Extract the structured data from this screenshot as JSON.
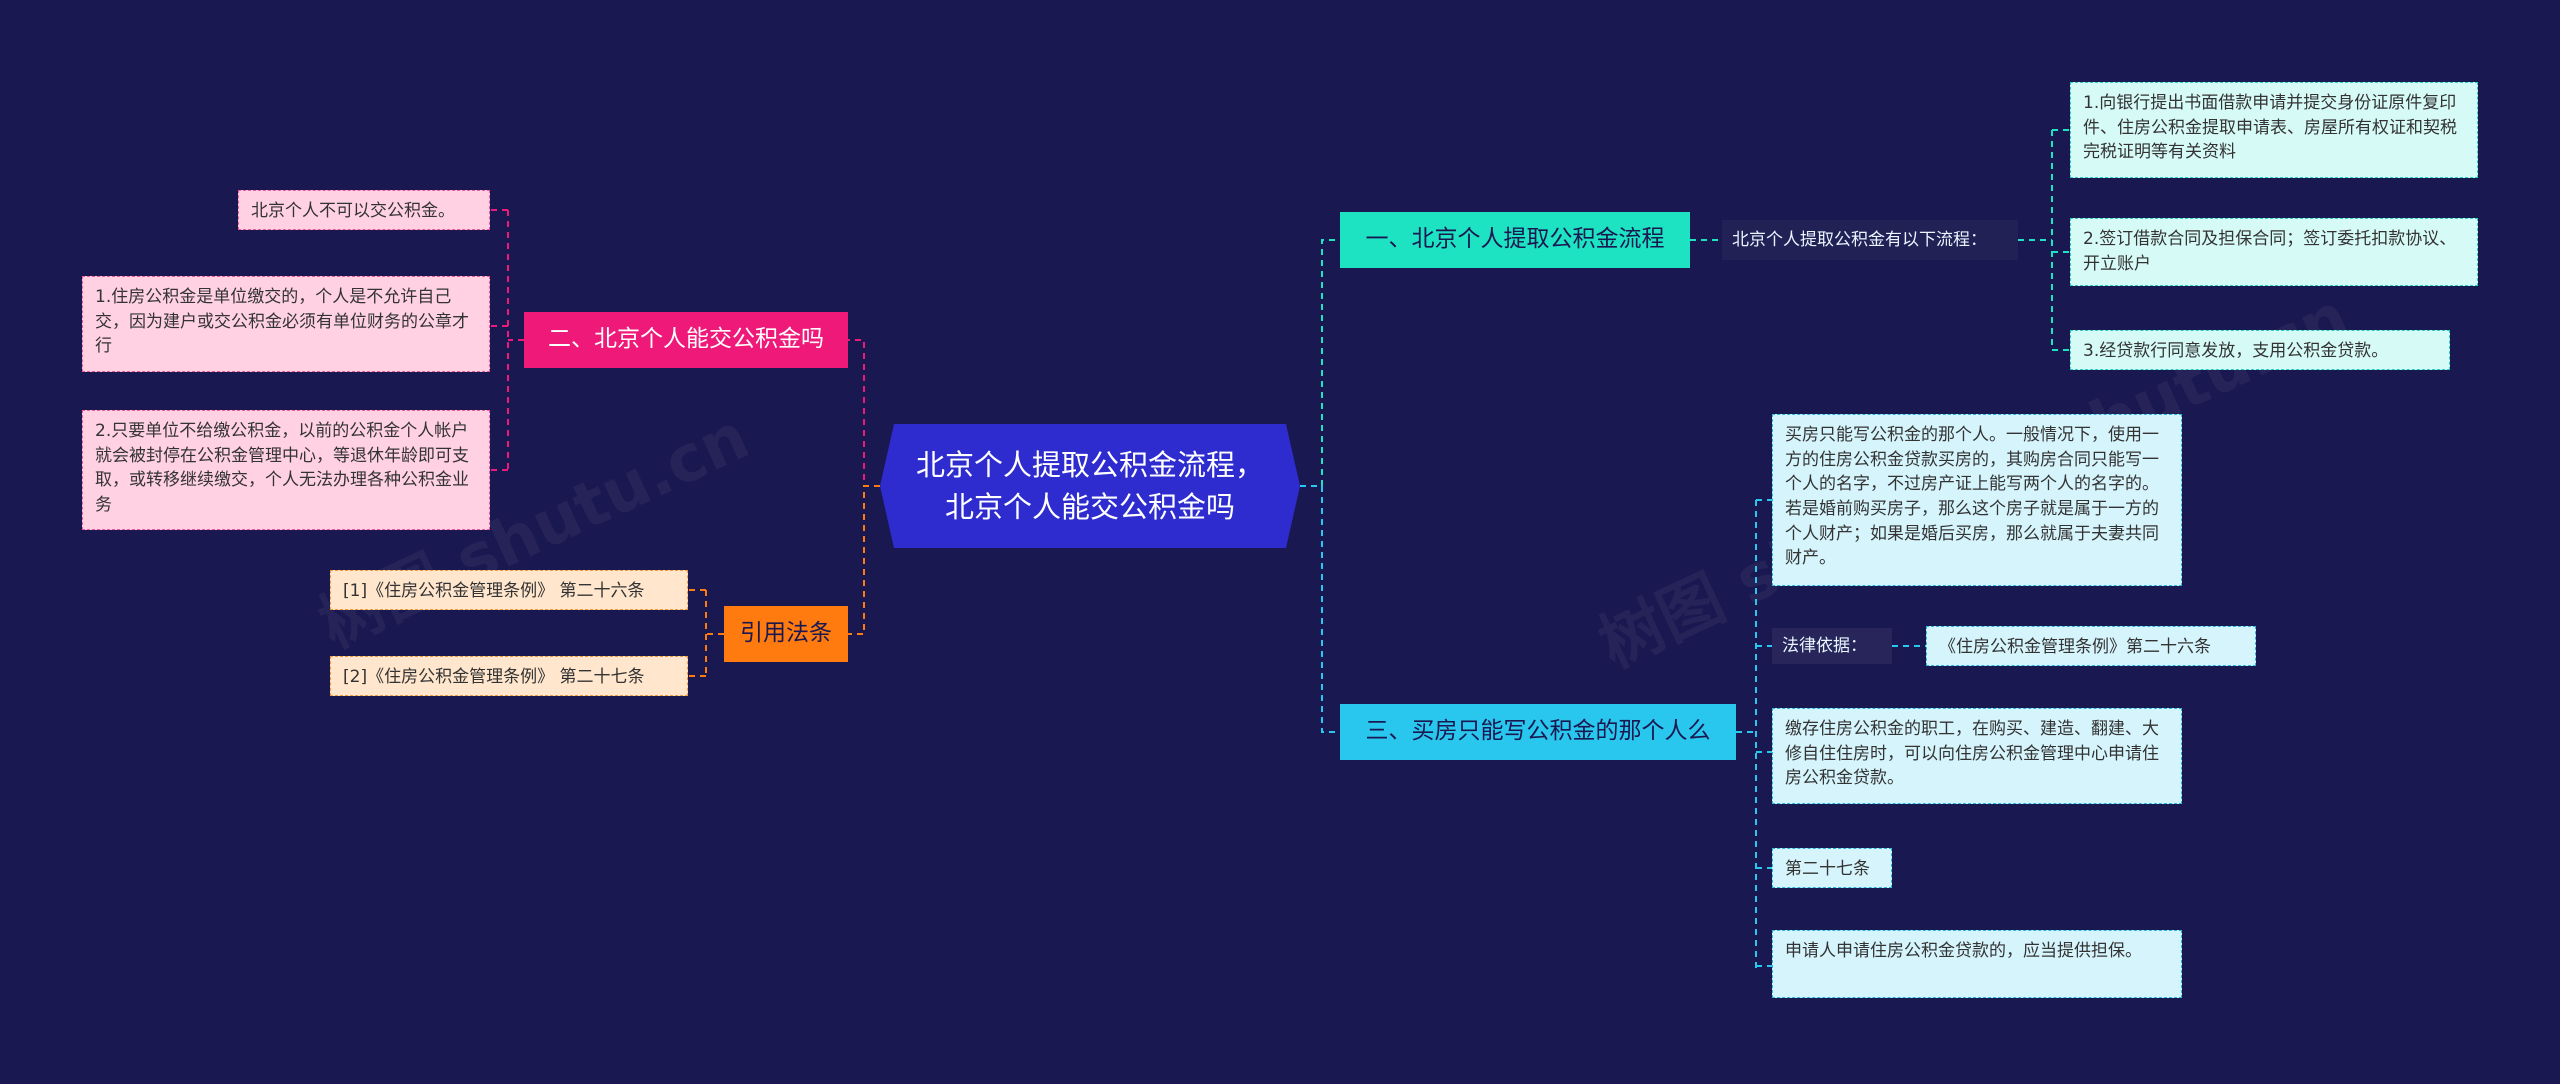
{
  "root": {
    "title": "北京个人提取公积金流程，北京个人能交公积金吗"
  },
  "branch1": {
    "label": "一、北京个人提取公积金流程",
    "sub": "北京个人提取公积金有以下流程：",
    "steps": [
      "1.向银行提出书面借款申请并提交身份证原件复印件、住房公积金提取申请表、房屋所有权证和契税完税证明等有关资料",
      "2.签订借款合同及担保合同；签订委托扣款协议、开立账户",
      "3.经贷款行同意发放，支用公积金贷款。"
    ]
  },
  "branch2": {
    "label": "二、北京个人能交公积金吗",
    "items": [
      "北京个人不可以交公积金。",
      "1.住房公积金是单位缴交的，个人是不允许自己交，因为建户或交公积金必须有单位财务的公章才行",
      "2.只要单位不给缴公积金，以前的公积金个人帐户就会被封停在公积金管理中心，等退休年龄即可支取，或转移继续缴交，个人无法办理各种公积金业务"
    ]
  },
  "branch3": {
    "label": "三、买房只能写公积金的那个人么",
    "items": [
      "买房只能写公积金的那个人。一般情况下，使用一方的住房公积金贷款买房的，其购房合同只能写一个人的名字，不过房产证上能写两个人的名字的。若是婚前购买房子，那么这个房子就是属于一方的个人财产；如果是婚后买房，那么就属于夫妻共同财产。",
      "法律依据：",
      "缴存住房公积金的职工，在购买、建造、翻建、大修自住住房时，可以向住房公积金管理中心申请住房公积金贷款。",
      "第二十七条",
      "申请人申请住房公积金贷款的，应当提供担保。"
    ],
    "law_ref": "《住房公积金管理条例》第二十六条"
  },
  "refs": {
    "label": "引用法条",
    "items": [
      "[1]《住房公积金管理条例》 第二十六条",
      "[2]《住房公积金管理条例》 第二十七条"
    ]
  },
  "watermarks": [
    "树图 shutu.cn",
    "树图 shutu.cn",
    "树图 shutu.cn"
  ],
  "colors": {
    "background": "#1a1850",
    "root": "#2e2ccf",
    "branch1": "#1de3c2",
    "branch2": "#ee1978",
    "branch3": "#29c6ee",
    "refs": "#ff7a0f"
  }
}
